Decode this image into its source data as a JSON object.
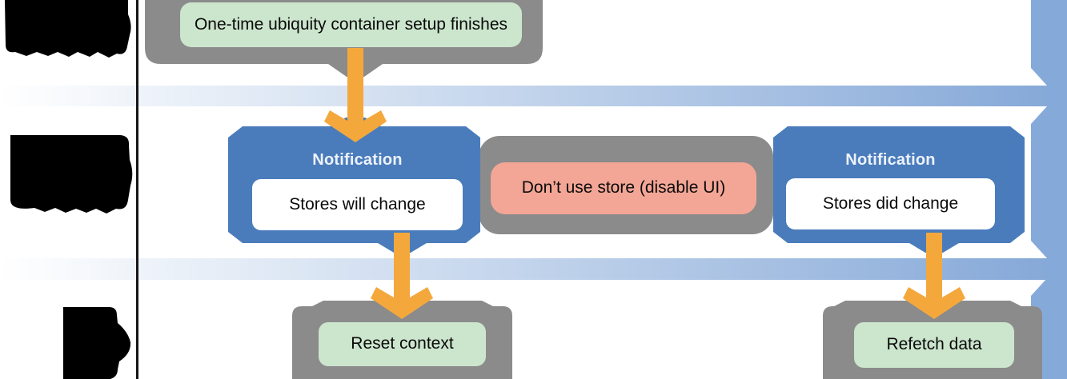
{
  "diagram": {
    "nodes": {
      "setup": {
        "label": "One-time ubiquity container setup finishes"
      },
      "left_notification": {
        "title": "Notification",
        "label": "Stores will change"
      },
      "dont_use_store": {
        "label": "Don’t use store (disable UI)"
      },
      "right_notification": {
        "title": "Notification",
        "label": "Stores did change"
      },
      "reset_context": {
        "label": "Reset context"
      },
      "refetch_data": {
        "label": "Refetch data"
      }
    },
    "colors": {
      "container_gray": "#8b8b8b",
      "notification_blue": "#4a7cbc",
      "action_green": "#cce5cd",
      "warning_salmon": "#f3a695",
      "arrow_orange": "#f4a83c",
      "band_fade_white": "#ffffff",
      "band_blue": "#86a9d8",
      "right_bar_blue": "#85aada",
      "divider_black": "#161616",
      "redaction_black": "#000000",
      "title_text": "#edf2f9",
      "label_text": "#0a0a0a"
    }
  }
}
